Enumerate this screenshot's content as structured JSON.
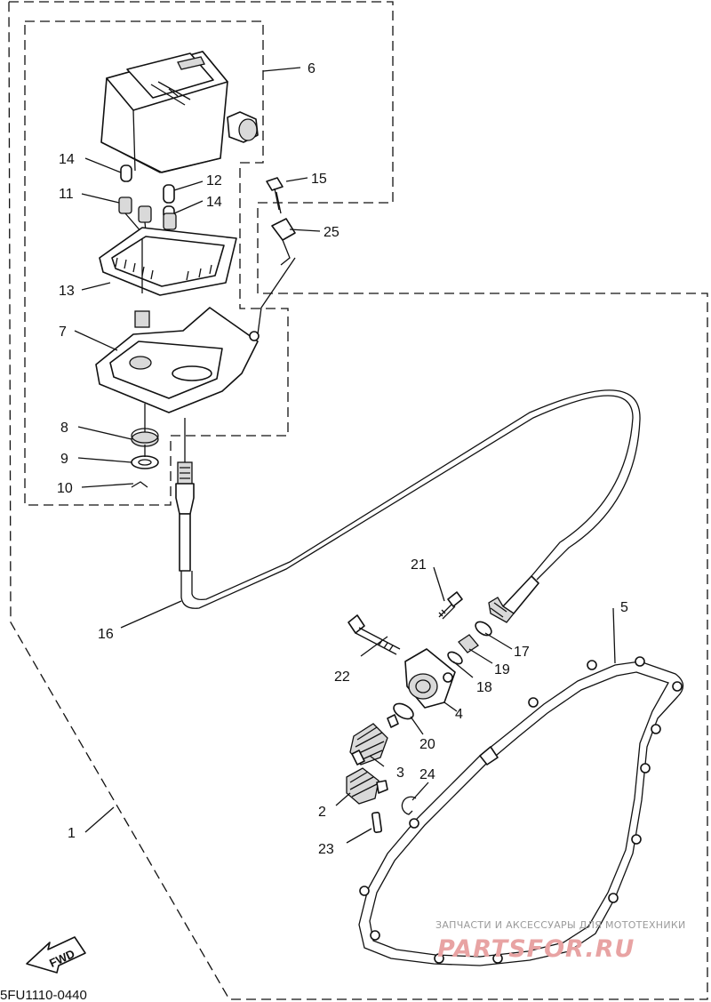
{
  "diagram": {
    "code": "5FU1110-0440",
    "fwd_label": "FWD",
    "watermark": {
      "tagline": "ЗАПЧАСТИ И АКСЕССУАРЫ ДЛЯ МОТОТЕХНИКИ",
      "brand": "PARTSFOR.RU"
    },
    "callouts": {
      "c1": "1",
      "c2": "2",
      "c3": "3",
      "c4": "4",
      "c5": "5",
      "c6": "6",
      "c7": "7",
      "c8": "8",
      "c9": "9",
      "c10": "10",
      "c11": "11",
      "c12": "12",
      "c13": "13",
      "c14a": "14",
      "c14b": "14",
      "c15": "15",
      "c16": "16",
      "c17": "17",
      "c18": "18",
      "c19": "19",
      "c20": "20",
      "c21": "21",
      "c22": "22",
      "c23": "23",
      "c24": "24",
      "c25": "25"
    }
  }
}
